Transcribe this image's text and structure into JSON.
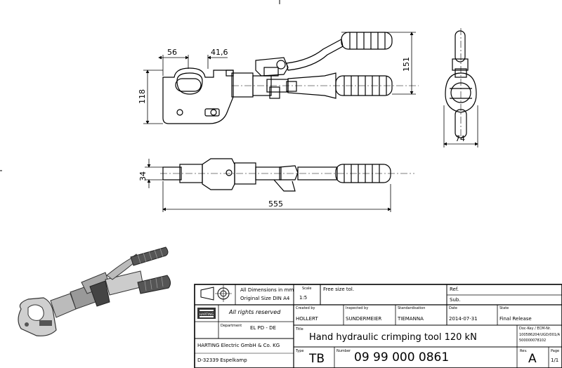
{
  "dimensions": {
    "d56": "56",
    "d41_6": "41,6",
    "d118": "118",
    "d151": "151",
    "d74": "74",
    "d34": "34",
    "d555": "555"
  },
  "title_block": {
    "all_dimensions": "All Dimensions in mm",
    "original_size": "Original Size DIN A4",
    "rights": "All rights reserved",
    "department_label": "Department",
    "department_value": "EL PD - DE",
    "company_line1": "HARTING Electric GmbH & Co. KG",
    "company_line2": "D-32339 Espelkamp",
    "scale_label": "Scale",
    "scale_value": "1:5",
    "free_size_tol": "Free size tol.",
    "ref_label": "Ref.",
    "sub_label": "Sub.",
    "created_label": "Created by",
    "created_value": "HOLLERT",
    "inspected_label": "Inspected by",
    "inspected_value": "SUNDERMEIER",
    "standard_label": "Standardisation",
    "standard_value": "TIEMANNA",
    "date_label": "Date",
    "date_value": "2014-07-31",
    "state_label": "State",
    "state_value": "Final Release",
    "title_label": "Title",
    "title_value": "Hand hydraulic crimping tool 120 kN",
    "dockey_label": "Doc-Key / ECM-Nr.",
    "dockey_value1": "100586204/UGD/001/A",
    "dockey_value2": "500000078102",
    "type_label": "Type",
    "type_value": "TB",
    "number_label": "Number",
    "number_value": "09 99 000 0861",
    "rev_label": "Rev.",
    "rev_value": "A",
    "page_label": "Page",
    "page_value": "1/1",
    "logo_text": "HARTING"
  }
}
